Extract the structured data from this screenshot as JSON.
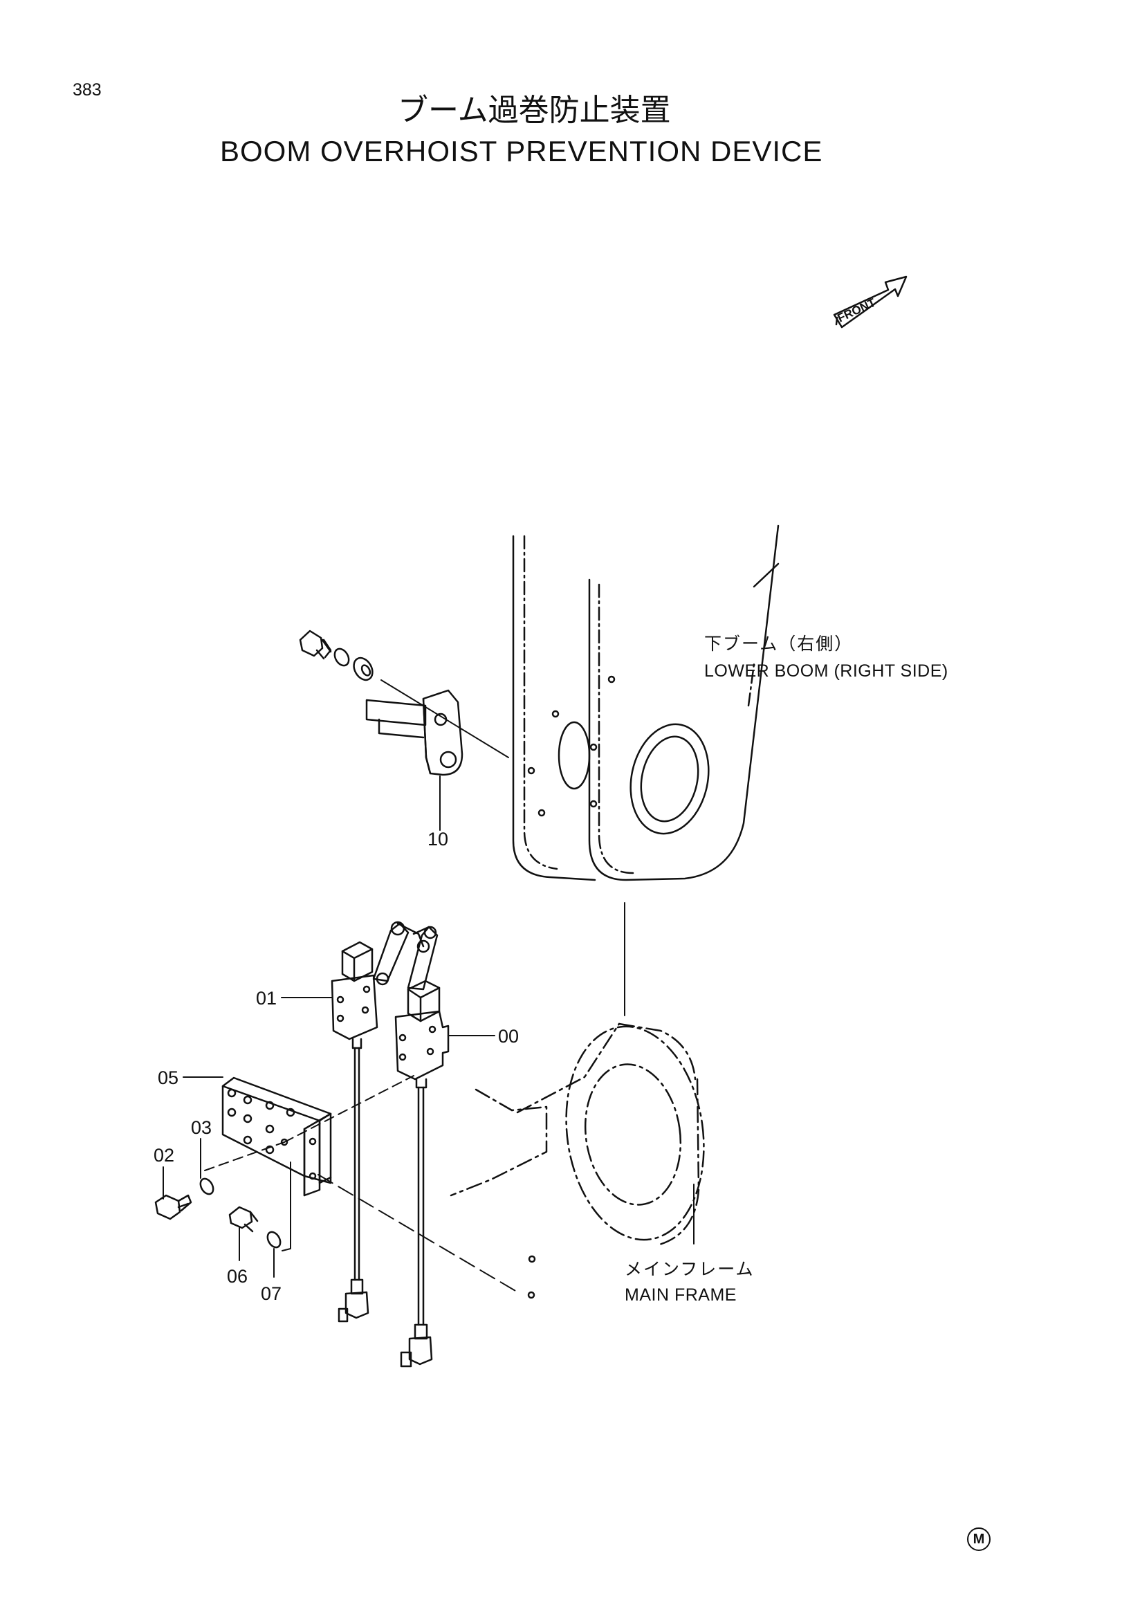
{
  "page_number": "383",
  "title": {
    "jp": "ブーム過巻防止装置",
    "en": "BOOM OVERHOIST PREVENTION DEVICE"
  },
  "front_indicator": "FRONT",
  "labels": {
    "lower_boom_jp": "下ブーム（右側）",
    "lower_boom_en": "LOWER BOOM (RIGHT SIDE)",
    "main_frame_jp": "メインフレーム",
    "main_frame_en": "MAIN FRAME"
  },
  "callouts": [
    "10",
    "01",
    "00",
    "05",
    "03",
    "02",
    "06",
    "07"
  ],
  "corner_mark": "M"
}
